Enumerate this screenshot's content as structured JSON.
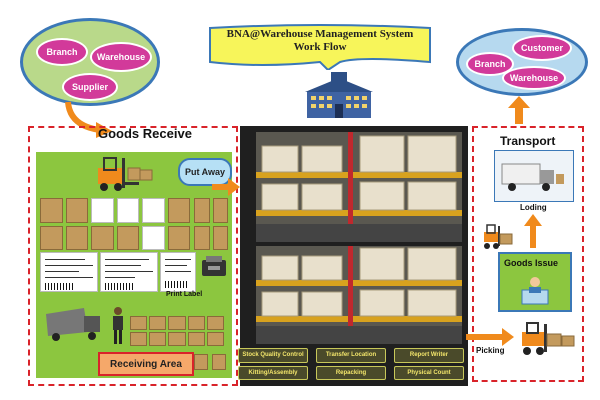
{
  "title": {
    "line1": "BNA@Warehouse Management System",
    "line2": "Work Flow"
  },
  "left_cluster": {
    "items": [
      {
        "label": "Branch"
      },
      {
        "label": "Warehouse"
      },
      {
        "label": "Supplier"
      }
    ]
  },
  "right_cluster": {
    "items": [
      {
        "label": "Customer"
      },
      {
        "label": "Branch"
      },
      {
        "label": "Warehouse"
      }
    ]
  },
  "goods_receive": {
    "title": "Goods Receive",
    "put_away": "Put Away",
    "print_label": "Print Label",
    "receiving_area": "Receiving Area"
  },
  "center": {
    "tasks": [
      "Stock Quality Control",
      "Transfer Location",
      "Report Writer",
      "Kitting/Assembly",
      "Repacking",
      "Physical Count"
    ]
  },
  "transport": {
    "title": "Transport",
    "loading": "Loding",
    "goods_issue": "Goods Issue",
    "picking": "Picking"
  },
  "colors": {
    "accent_orange": "#f08a1c",
    "frame_red": "#d9232a",
    "panel_green": "#8cc63f",
    "title_yellow": "#f7f55a"
  }
}
